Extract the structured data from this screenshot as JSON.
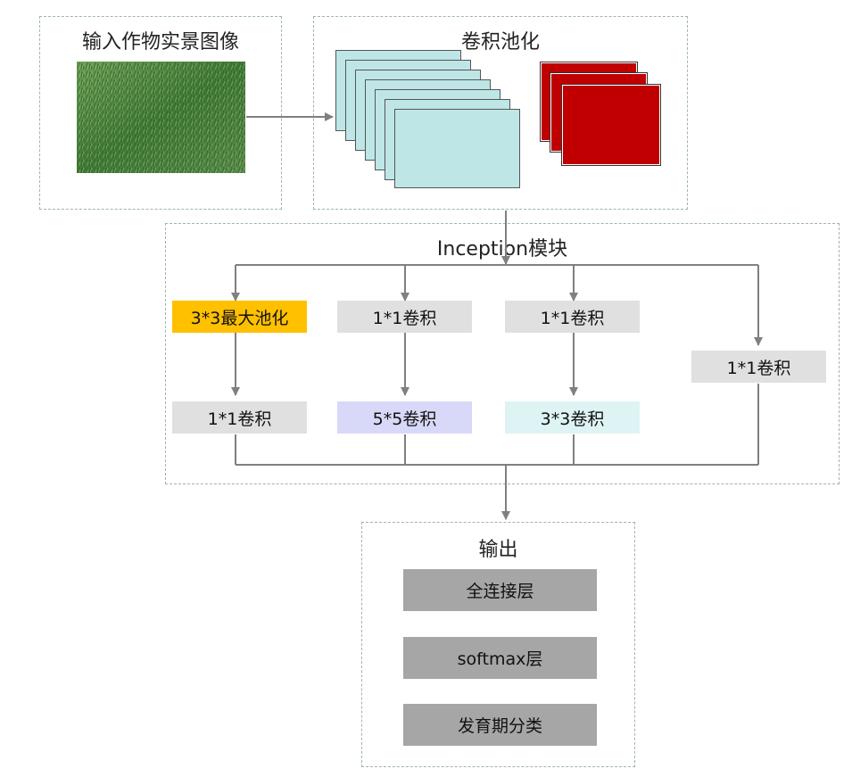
{
  "panels": {
    "input_title": "输入作物实景图像",
    "conv_title": "卷积池化",
    "inception_title": "Inception模块",
    "output_title": "输出"
  },
  "inception": {
    "branch1_top": "3*3最大池化",
    "branch1_bottom": "1*1卷积",
    "branch2_top": "1*1卷积",
    "branch2_bottom": "5*5卷积",
    "branch3_top": "1*1卷积",
    "branch3_bottom": "3*3卷积",
    "branch4": "1*1卷积"
  },
  "output": {
    "fc": "全连接层",
    "softmax": "softmax层",
    "classify": "发育期分类"
  },
  "colors": {
    "pool_box": "#ffc000",
    "conv_box": "#e0e0e0",
    "conv5_box": "#d8d8f8",
    "conv3_box": "#def4f4",
    "output_box": "#a6a6a6",
    "feature_map": "#bfe6e6",
    "pooled_map": "#c00000",
    "arrow": "#808080"
  }
}
